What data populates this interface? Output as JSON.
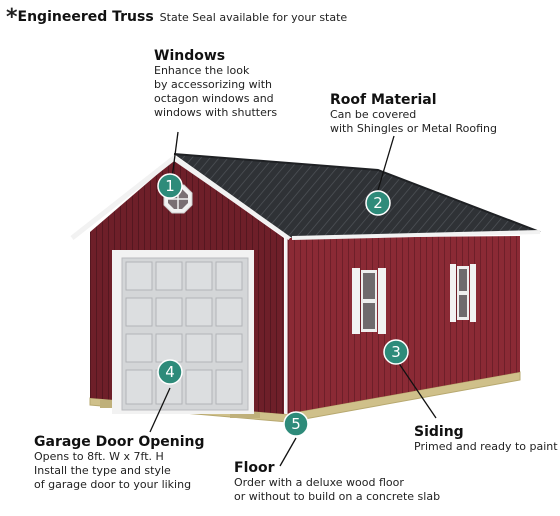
{
  "header": {
    "star": "*",
    "title": "Engineered Truss",
    "subtitle": "State Seal available for your state"
  },
  "callouts": {
    "windows": {
      "number": "1",
      "heading": "Windows",
      "lines": [
        "Enhance the look",
        "by accessorizing with",
        "octagon windows and",
        "windows with shutters"
      ]
    },
    "roof": {
      "number": "2",
      "heading": "Roof Material",
      "lines": [
        "Can be covered",
        "with Shingles or Metal Roofing"
      ]
    },
    "siding": {
      "number": "3",
      "heading": "Siding",
      "lines": [
        "Primed and ready to paint"
      ]
    },
    "garage": {
      "number": "4",
      "heading": "Garage Door Opening",
      "lines": [
        "Opens to 8ft. W x 7ft. H",
        "Install the type and style",
        "of garage door to your liking"
      ]
    },
    "floor": {
      "number": "5",
      "heading": "Floor",
      "lines": [
        "Order with a deluxe wood floor",
        "or without to build on a concrete slab"
      ]
    }
  },
  "colors": {
    "siding": "#8b2a35",
    "siding_dark": "#6e1f29",
    "trim": "#f2f2f2",
    "roof": "#2f3236",
    "door": "#d4d6d8",
    "badge": "#2e8b7a",
    "floor": "#cfc08a"
  }
}
